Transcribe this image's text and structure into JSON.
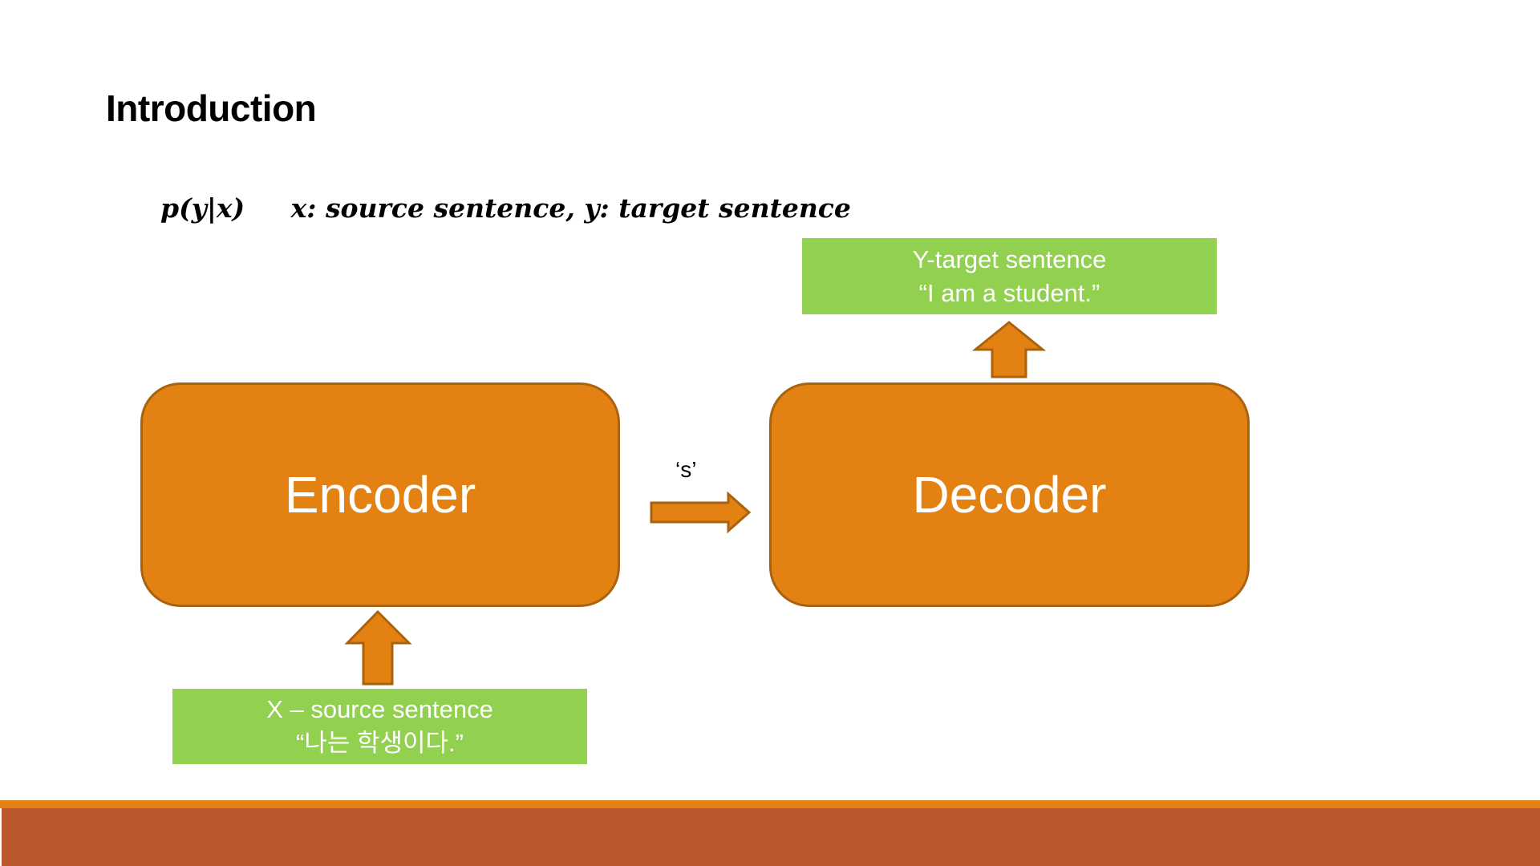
{
  "slide": {
    "title": "Introduction",
    "formula": "p(y|x)     x: source sentence, y: target sentence"
  },
  "diagram": {
    "encoder": {
      "label": "Encoder"
    },
    "decoder": {
      "label": "Decoder"
    },
    "context_vector_label": "‘s’",
    "target_box": {
      "line1": "Y-target sentence",
      "line2": "“I am a student.”"
    },
    "source_box": {
      "line1": "X – source sentence",
      "line2": "“나는 학생이다.”"
    },
    "colors": {
      "block_fill": "#e38212",
      "block_border": "#a9620f",
      "text_box_fill": "#92d050",
      "footer_accent": "#e38212",
      "footer_band": "#bc582b"
    }
  }
}
